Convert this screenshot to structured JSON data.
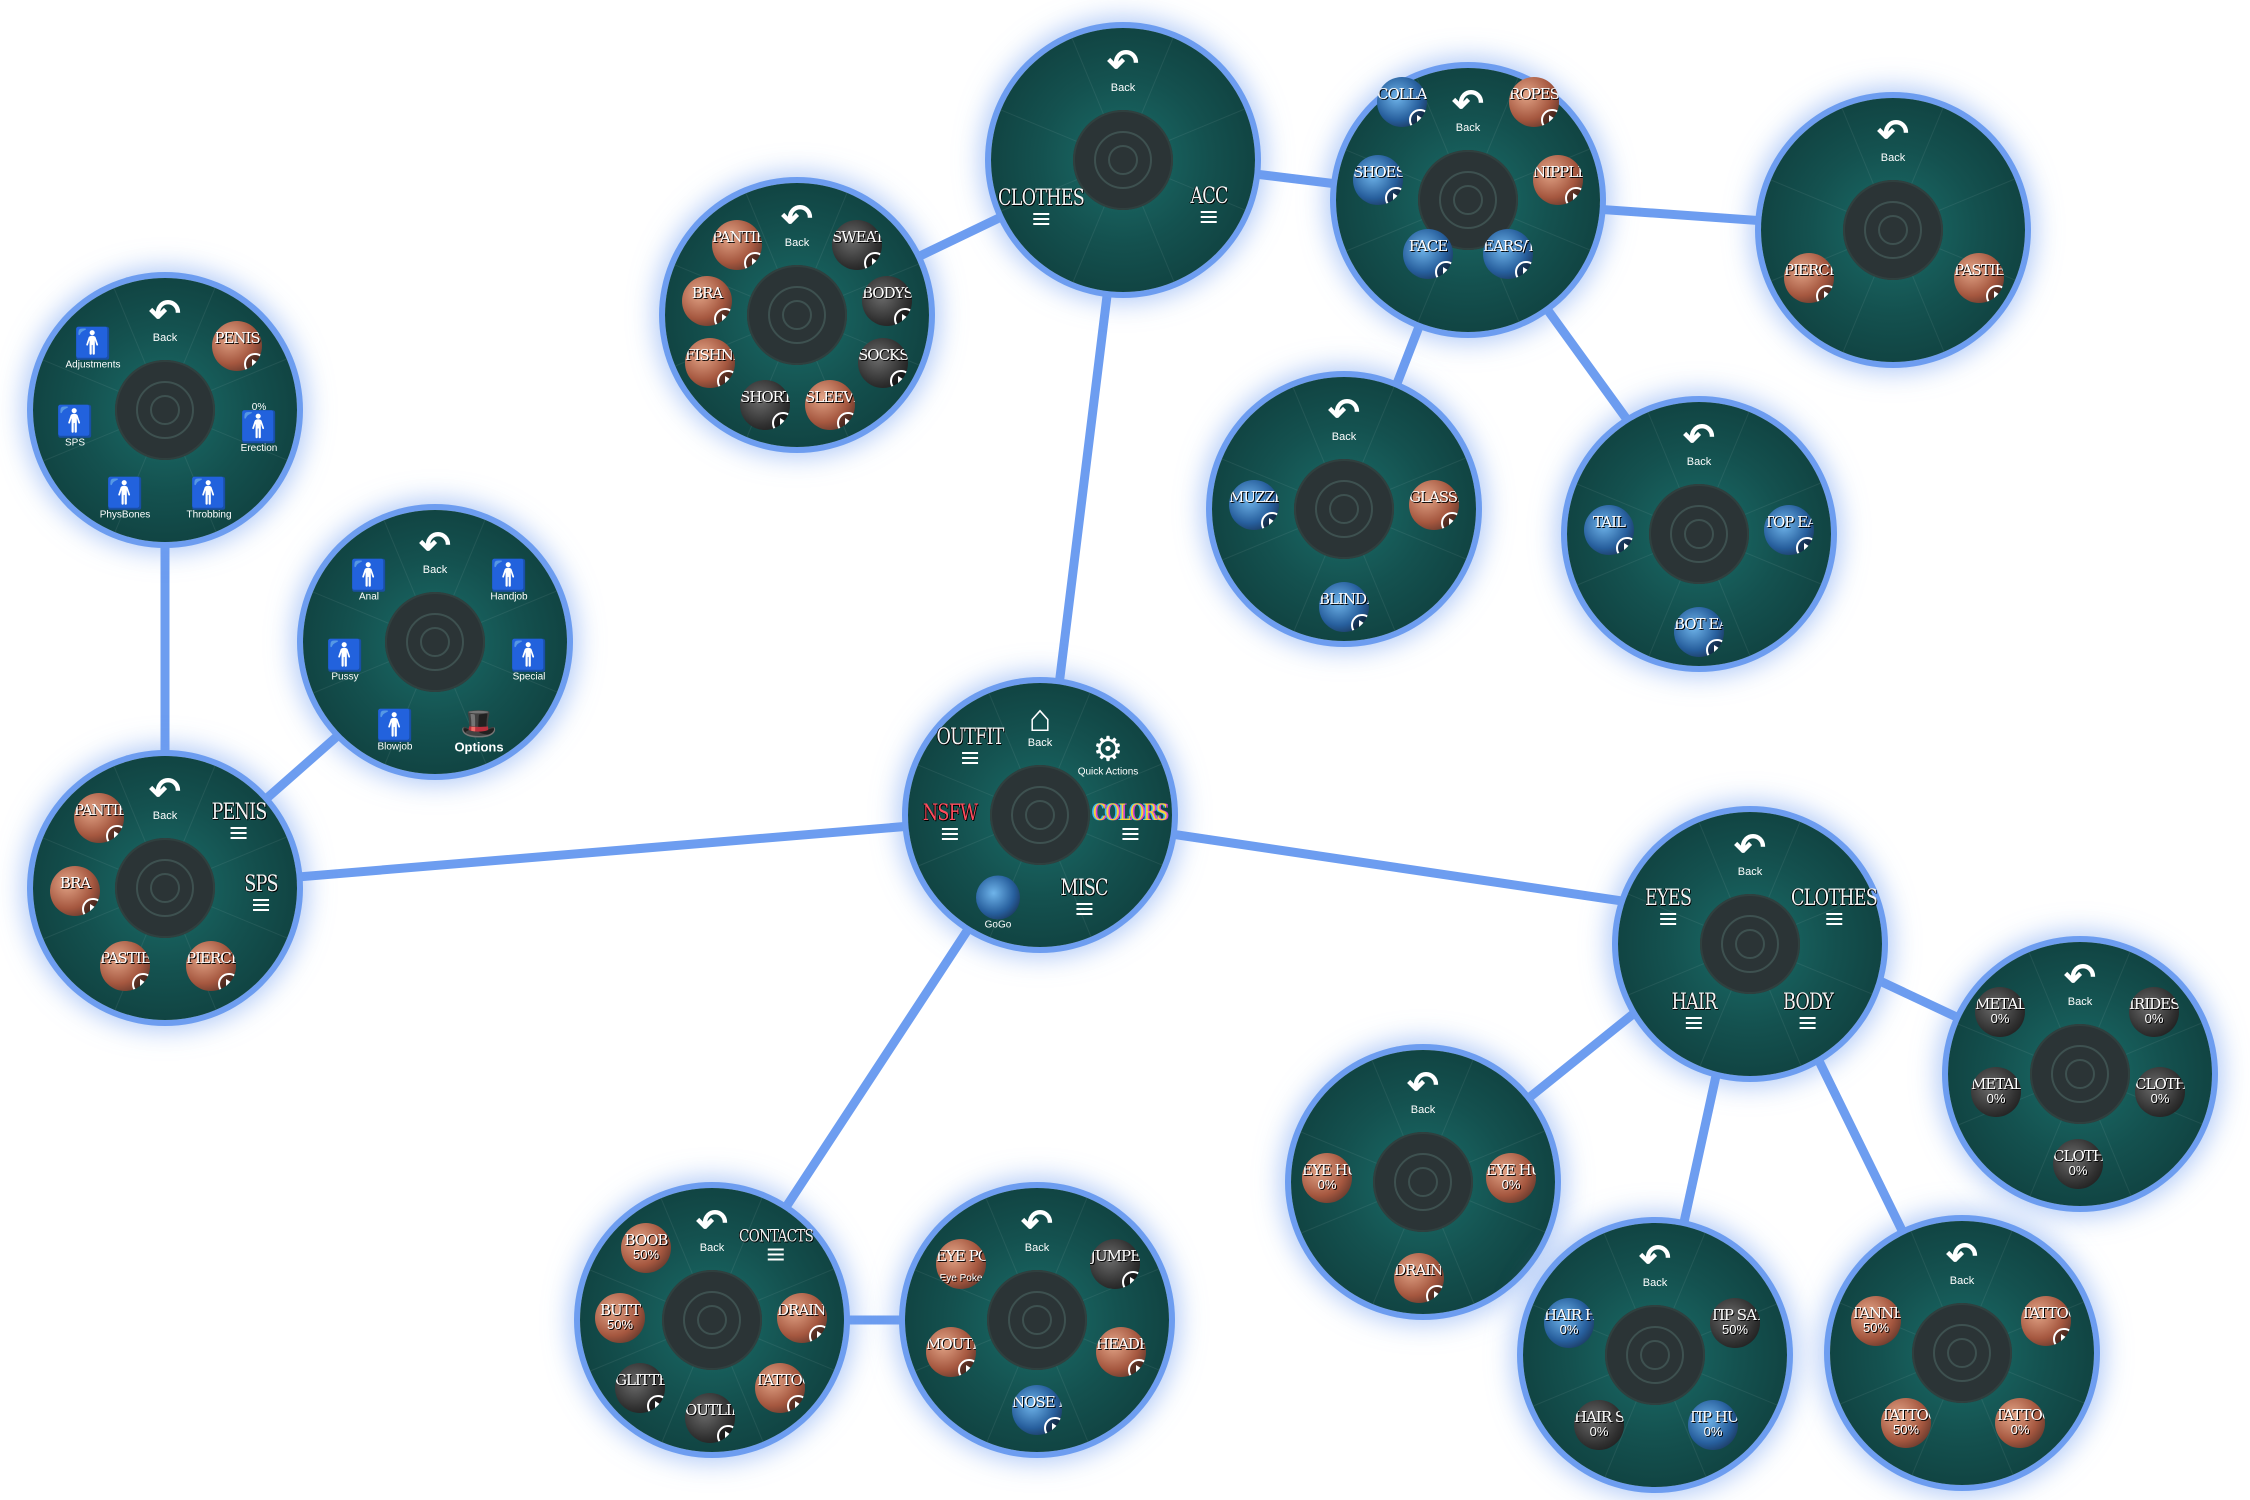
{
  "colors": {
    "link": "#6d9df0",
    "menu": "#14514f",
    "hub": "#2b3436"
  },
  "common": {
    "back": "Back"
  },
  "main": {
    "outfit": "OUTFIT",
    "nsfw": "NSFW",
    "colors": "COLORS",
    "misc": "MISC",
    "quick_actions": "Quick Actions",
    "gogo": "GoGo"
  },
  "outfit": {
    "clothes": "CLOTHES",
    "acc": "ACC"
  },
  "clothes": {
    "panties": "PANTIES",
    "sweater": "SWEATER",
    "bra": "BRA",
    "bodysuit": "BODYSUIT",
    "fishnets": "FISHNETS",
    "socks": "SOCKS",
    "shorts": "SHORTS",
    "sleeves": "SLEEVES"
  },
  "acc": {
    "collar": "COLLAR",
    "ropes": "ROPES",
    "shoes": "SHOES",
    "nipples": "NIPPLES",
    "face": "FACE",
    "ears_tail": "EARS/TAIL"
  },
  "piercing_menu": {
    "piercing": "PIERCING",
    "pasties": "PASTIES"
  },
  "face_menu": {
    "muzzle": "MUZZLE",
    "glasses": "GLASSES",
    "blindfold": "BLINDFOLD"
  },
  "ears_menu": {
    "tail": "TAIL",
    "top_ears": "TOP EARS",
    "bot_ears": "BOT EARS"
  },
  "nsfw": {
    "panties": "PANTIES",
    "penis": "PENIS",
    "bra": "BRA",
    "sps": "SPS",
    "pasties": "PASTIES",
    "piercing": "PIERCING"
  },
  "penis_menu": {
    "adjustments": "Adjustments",
    "penis": "PENIS",
    "sps": "SPS",
    "erection": "Erection",
    "erection_pct": "0%",
    "physbones": "PhysBones",
    "throbbing": "Throbbing"
  },
  "sps_menu": {
    "anal": "Anal",
    "handjob": "Handjob",
    "pussy": "Pussy",
    "special": "Special",
    "blowjob": "Blowjob",
    "options": "Options"
  },
  "colors_menu": {
    "eyes": "EYES",
    "clothes": "CLOTHES",
    "hair": "HAIR",
    "body": "BODY"
  },
  "eyes_menu": {
    "eye_hue_l": "EYE HUE",
    "eye_hue_l_pct": "0%",
    "eye_hue_r": "EYE HUE",
    "eye_hue_r_pct": "0%",
    "drain_eyes": "DRAIN EYES"
  },
  "clothes_color": {
    "metal_hue": "METAL HUE",
    "metal_hue_pct": "0%",
    "iridescence": "IRIDESCENCE",
    "iridescence_pct": "0%",
    "metal_sat": "METAL SAT",
    "metal_sat_pct": "0%",
    "clothes_sat": "CLOTHES SAT",
    "clothes_sat_pct": "0%",
    "clothes_hue": "CLOTHES HUE",
    "clothes_hue_pct": "0%"
  },
  "hair_menu": {
    "hair_hue": "HAIR HUE",
    "hair_hue_pct": "0%",
    "tip_sat": "TIP SAT",
    "tip_sat_pct": "50%",
    "hair_sat": "HAIR SAT",
    "hair_sat_pct": "0%",
    "tip_hue": "TIP HUE",
    "tip_hue_pct": "0%"
  },
  "body_menu": {
    "tanness": "TANNESS",
    "tanness_pct": "50%",
    "tattoos": "TATTOOS",
    "tattoo_sat": "TATTOO SAT",
    "tattoo_sat_pct": "50%",
    "tattoo_hue": "TATTOO HUE",
    "tattoo_hue_pct": "0%"
  },
  "misc_menu": {
    "boob": "BOOB",
    "boob_pct": "50%",
    "contacts": "CONTACTS",
    "butt": "BUTT",
    "butt_pct": "50%",
    "drain_eyes": "DRAIN EYES",
    "glitter": "GLITTER",
    "tattoos": "TATTOOS",
    "outlines": "OUTLINES"
  },
  "contacts_menu": {
    "eye_poke": "EYE POKE",
    "eye_poke_label": "Eye Poke",
    "jumpexy": "JUMPEXY",
    "mouth": "MOUTH",
    "headpat": "HEADPAT",
    "nose_boop": "NOSE BOOP"
  }
}
